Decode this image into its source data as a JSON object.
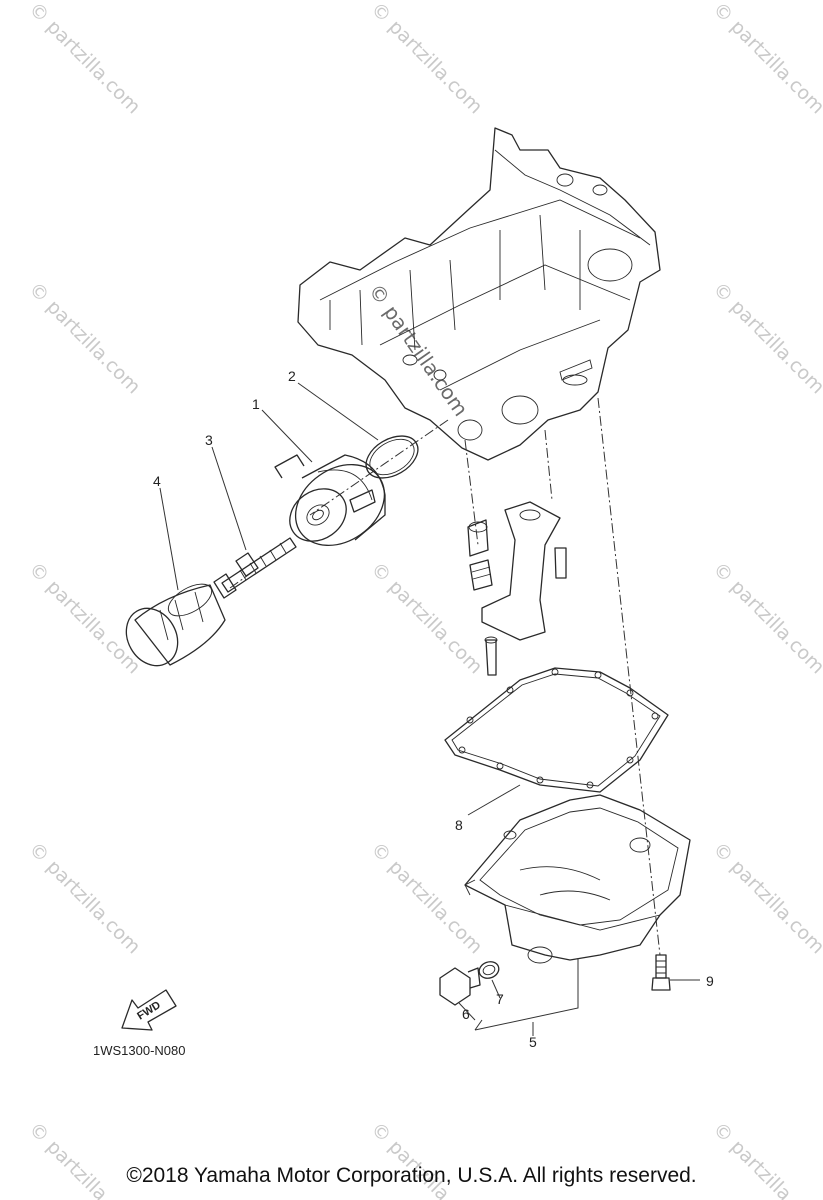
{
  "watermark": {
    "text": "© partzilla.com"
  },
  "callouts": [
    "1",
    "2",
    "3",
    "4",
    "5",
    "6",
    "7",
    "8",
    "9"
  ],
  "diagram_code": "1WS1300-N080",
  "fwd_label": "FWD",
  "copyright": "©2018  Yamaha Motor Corporation, U.S.A. All rights reserved."
}
